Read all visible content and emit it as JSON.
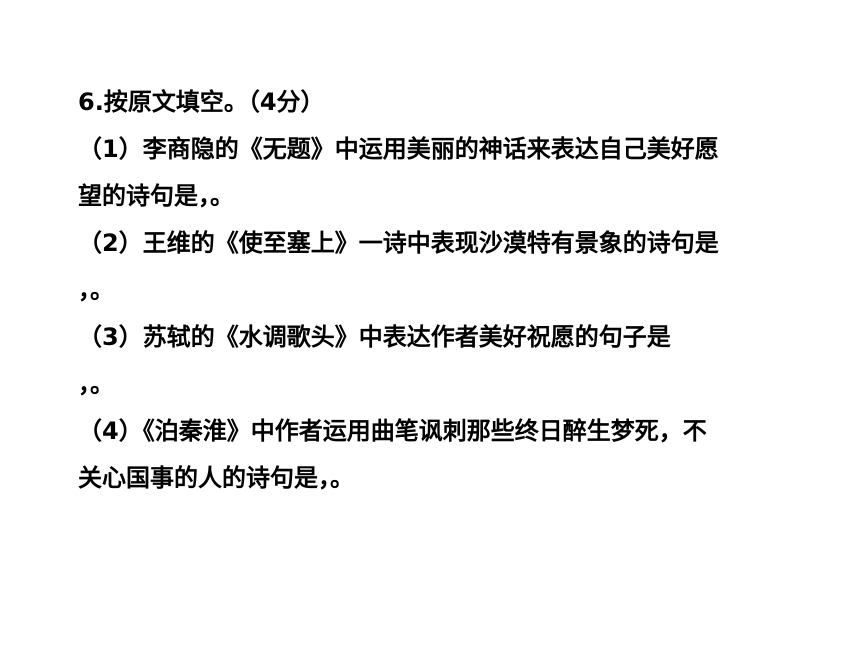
{
  "question": {
    "title": "6.按原文填空。（4分）",
    "items": [
      {
        "line1": "（1）李商隐的《无题》中运用美丽的神话来表达自己美好愿",
        "line2_prefix": "望的诗句是",
        "sep": "，",
        "end": "。"
      },
      {
        "line1": "（2）王维的《使至塞上》一诗中表现沙漠特有景象的诗句是",
        "sep": "，",
        "end": "。"
      },
      {
        "line1": "（3）苏轼的《水调歌头》中表达作者美好祝愿的句子是",
        "sep": "，",
        "end": "。"
      },
      {
        "line1": "（4）《泊秦淮》中作者运用曲笔讽刺那些终日醉生梦死，不",
        "line2_prefix": "关心国事的人的诗句是",
        "sep": "，",
        "end": "。"
      }
    ]
  }
}
